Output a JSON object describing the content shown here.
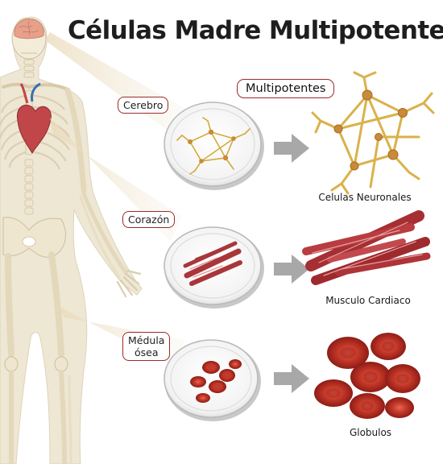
{
  "title": "Células Madre Multipotentes",
  "category_label": "Multipotentes",
  "sources": [
    {
      "label": "Cerebro",
      "result": "Celulas Neuronales",
      "cell_type": "neuron"
    },
    {
      "label": "Corazón",
      "result": "Musculo Cardiaco",
      "cell_type": "muscle"
    },
    {
      "label": "Médula\nósea",
      "result": "Globulos",
      "cell_type": "blood"
    }
  ],
  "colors": {
    "accent_border": "#9c2a2a",
    "body_tan": "#e6dcc4",
    "bone": "#f1ead7",
    "neuron": "#d9b24a",
    "muscle": "#b3393d",
    "blood": "#c63a2a",
    "arrow": "#a8a8a8"
  },
  "icons": [
    "petri-dish-icon",
    "arrow-right-icon",
    "human-skeleton-illustration"
  ]
}
